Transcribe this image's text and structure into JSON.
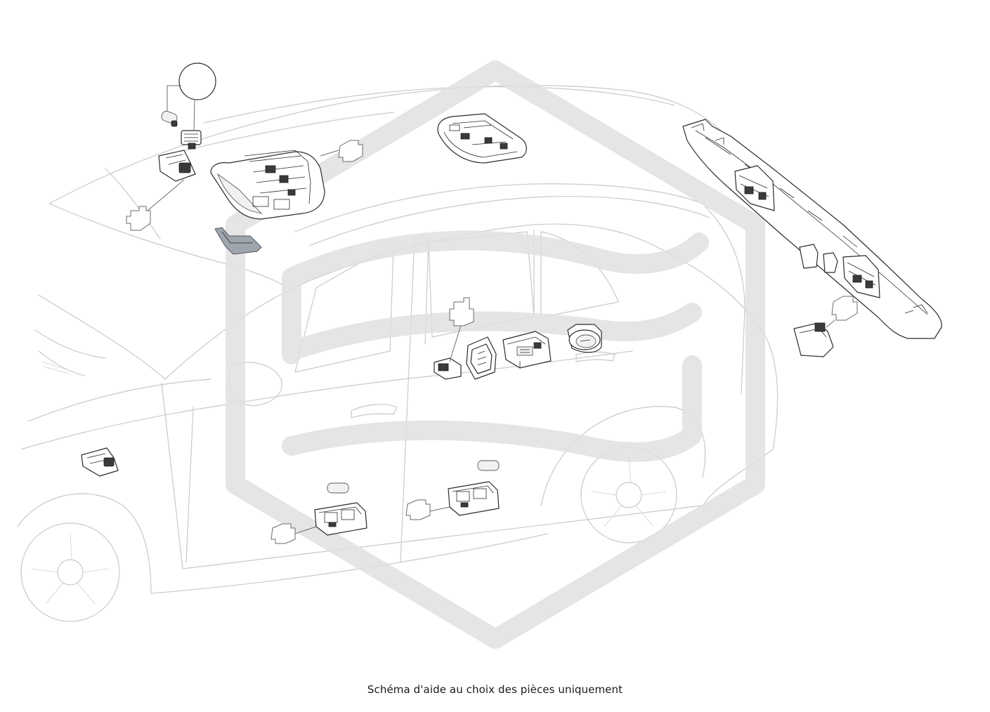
{
  "caption": "Schéma d'aide au choix des pièces uniquement",
  "diagram": {
    "subject": "vehicle-interior-lighting-parts",
    "parts": [
      {
        "name": "bulb-pair-callout"
      },
      {
        "name": "footwell-lamp-front"
      },
      {
        "name": "overhead-console-front"
      },
      {
        "name": "overhead-console-rear"
      },
      {
        "name": "sun-visor-lamp-cover"
      },
      {
        "name": "tailgate-trim-panel"
      },
      {
        "name": "tailgate-lamp"
      },
      {
        "name": "door-switch"
      },
      {
        "name": "power-outlet-frame"
      },
      {
        "name": "usb-charging-socket"
      },
      {
        "name": "12v-power-socket"
      },
      {
        "name": "footwell-lamp-lower"
      },
      {
        "name": "door-courtesy-lamp-front"
      },
      {
        "name": "door-courtesy-lamp-rear"
      }
    ],
    "watermark": "logo-shield"
  }
}
